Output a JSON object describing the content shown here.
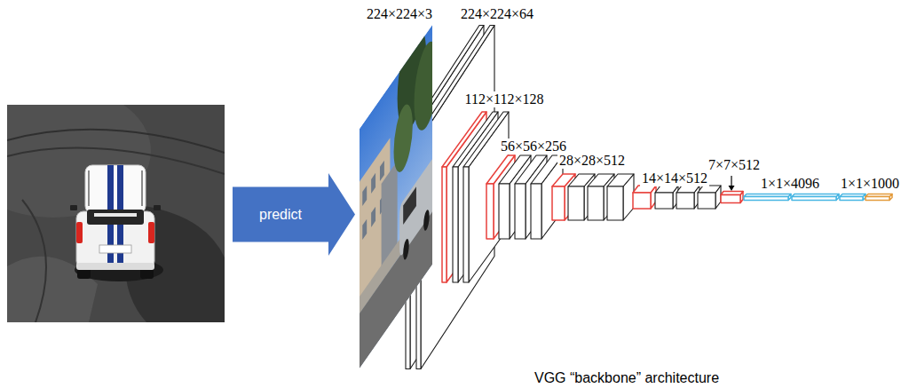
{
  "diagram": {
    "caption": "VGG “backbone” architecture",
    "nodes": [
      {
        "text": [
          "predict"
        ]
      }
    ],
    "labels": [
      "224×224×3",
      "224×224×64",
      "112×112×128",
      "56×56×256",
      "28×28×512",
      "14×14×512",
      "7×7×512",
      "1×1×4096",
      "1×1×1000"
    ]
  }
}
